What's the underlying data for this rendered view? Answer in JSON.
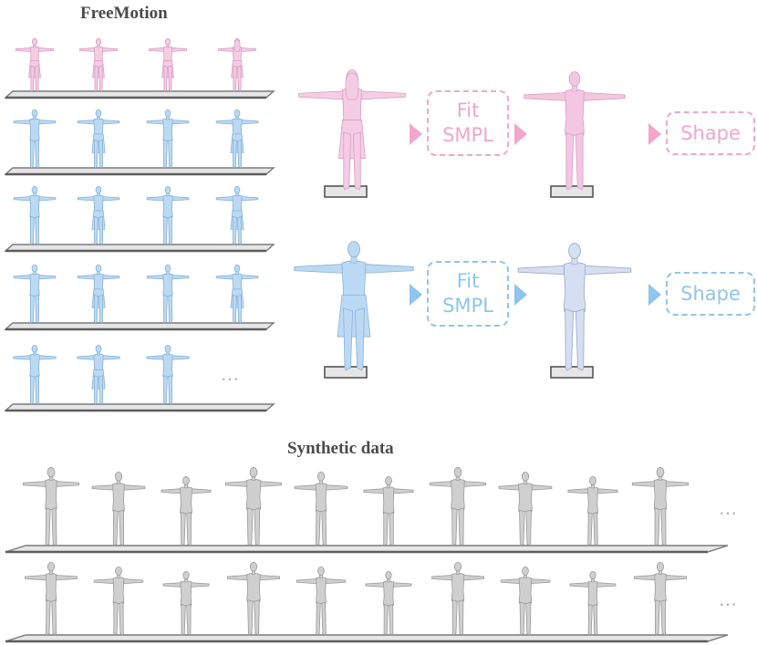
{
  "freemotion": {
    "title": "FreeMotion",
    "ellipsis": "…"
  },
  "pipeline": {
    "pink": {
      "fit_line1": "Fit",
      "fit_line2": "SMPL",
      "shape_label": "Shape"
    },
    "blue": {
      "fit_line1": "Fit",
      "fit_line2": "SMPL",
      "shape_label": "Shape"
    }
  },
  "synthetic": {
    "title": "Synthetic data",
    "ellipsis_row1": "…",
    "ellipsis_row2": "…"
  },
  "colors": {
    "pink": "#f3a6cb",
    "pink_fill": "#f4cde5",
    "blue": "#8fc5ee",
    "blue_fill": "#bcd9f3",
    "gray_body": "#cfcfcf",
    "platform": "#7a7a7a"
  }
}
